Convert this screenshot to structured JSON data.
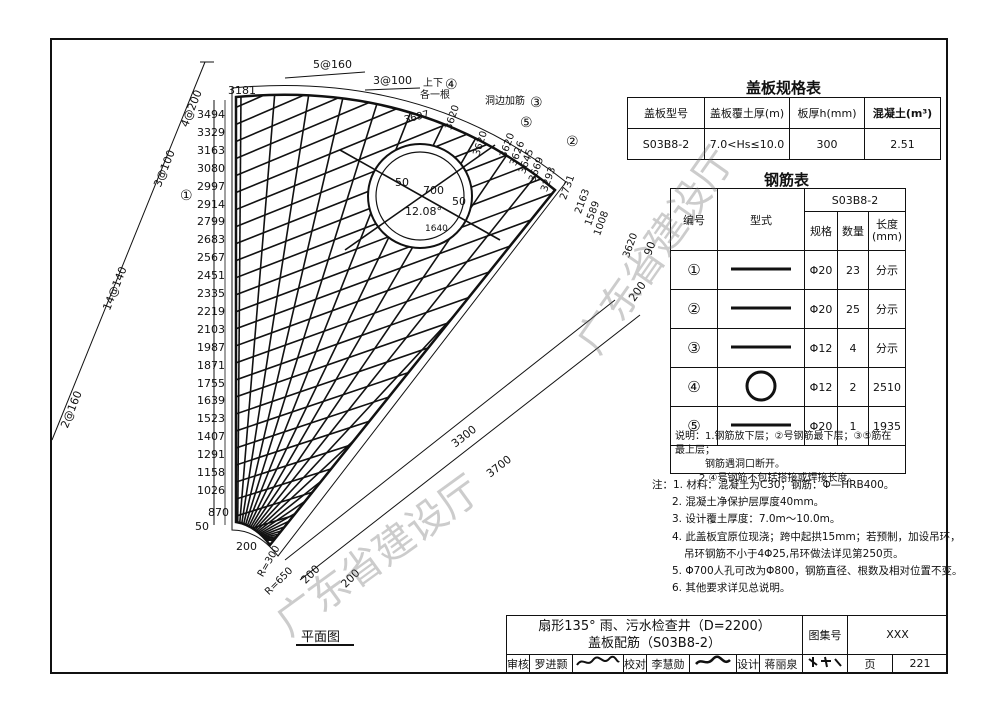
{
  "spec_table": {
    "title": "盖板规格表",
    "headers": [
      "盖板型号",
      "盖板覆土厚(m)",
      "板厚h(mm)",
      "混凝土(m³)"
    ],
    "row": [
      "S03B8-2",
      "7.0<Hs≤10.0",
      "300",
      "2.51"
    ]
  },
  "rebar_table": {
    "title": "钢筋表",
    "headers": {
      "no": "编号",
      "shape": "型式",
      "code": "S03B8-2",
      "spec": "规格",
      "qty": "数量",
      "len": "长度(mm)"
    },
    "rows": [
      {
        "no": "①",
        "shape": "line",
        "spec": "Φ20",
        "qty": "23",
        "len": "分示"
      },
      {
        "no": "②",
        "shape": "line",
        "spec": "Φ20",
        "qty": "25",
        "len": "分示"
      },
      {
        "no": "③",
        "shape": "line",
        "spec": "Φ12",
        "qty": "4",
        "len": "分示"
      },
      {
        "no": "④",
        "shape": "circle",
        "spec": "Φ12",
        "qty": "2",
        "len": "2510"
      },
      {
        "no": "⑤",
        "shape": "line",
        "spec": "Φ20",
        "qty": "1",
        "len": "1935"
      }
    ],
    "note_1": "说明：1.钢筋放下层；②号钢筋最下层；③⑤筋在最上层；",
    "note_1b": "钢筋遇洞口断开。",
    "note_2": "2.④号钢筋不包括搭接或焊接长度。"
  },
  "notes": [
    "注：1. 材料：混凝土为C30；钢筋：Φ—HRB400。",
    "2. 混凝土净保护层厚度40mm。",
    "3. 设计覆土厚度：7.0m～10.0m。",
    "4. 此盖板宜原位现浇；跨中起拱15mm；若预制，加设吊环，",
    "吊环钢筋不小于4Φ25,吊环做法详见第250页。",
    "5. Φ700人孔可改为Φ800，钢筋直径、根数及相对位置不变。",
    "6. 其他要求详见总说明。"
  ],
  "drawing": {
    "caption": "平面图",
    "left_dims": [
      "3181",
      "3494",
      "3329",
      "3163",
      "3080",
      "2997",
      "2914",
      "2799",
      "2683",
      "2567",
      "2451",
      "2335",
      "2219",
      "2103",
      "1987",
      "1871",
      "1755",
      "1639",
      "1523",
      "1407",
      "1291",
      "1158",
      "1026",
      "870"
    ],
    "top_labels": {
      "d1": "5@160",
      "d2": "3@100",
      "d3": "上下",
      "d4": "各一根",
      "d5": "洞边加筋",
      "d6": "3697",
      "d7": "3620",
      "d8": "3620"
    },
    "right_dims": [
      "3620",
      "3626",
      "3645",
      "3669",
      "3293",
      "2731",
      "2163",
      "1589",
      "1008",
      "3620"
    ],
    "side_labels": {
      "a": "4@200",
      "b": "3@100",
      "c": "14@140",
      "d": "2@160",
      "e": "3300",
      "f": "3700",
      "g": "200",
      "h": "200",
      "i": "200",
      "j": "200",
      "k": "50",
      "l": "R=300",
      "m": "R=650",
      "n": "90"
    },
    "hole_labels": {
      "a": "50",
      "b": "700",
      "c": "50",
      "d": "12.08°",
      "e": "1640"
    },
    "markers": [
      "①",
      "②",
      "③",
      "④",
      "⑤"
    ]
  },
  "title_block": {
    "title_line1": "扇形135° 雨、污水检查井（D=2200）",
    "title_line2": "盖板配筋（S03B8-2）",
    "atlas_label": "图集号",
    "atlas_no": "XXX",
    "page_label": "页",
    "page_no": "221",
    "review_label": "审核",
    "reviewer": "罗进颢",
    "check_label": "校对",
    "checker": "李慧勋",
    "design_label": "设计",
    "designer": "蒋丽泉"
  },
  "watermark": "广东省建设厅"
}
